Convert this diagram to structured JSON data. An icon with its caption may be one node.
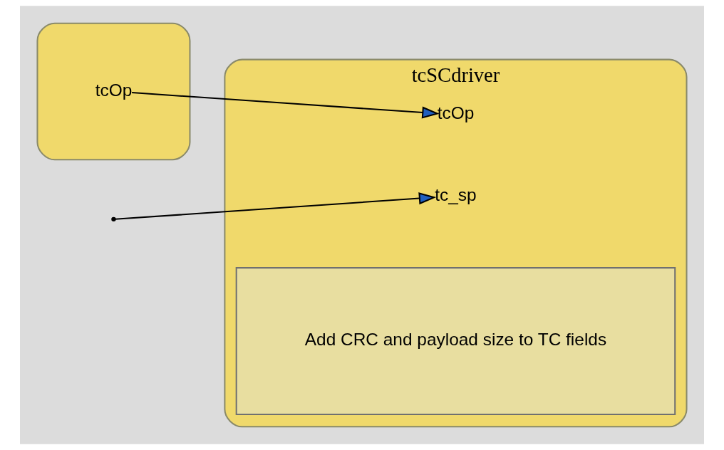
{
  "diagram": {
    "nodes": [
      {
        "text": [],
        "shape": "box"
      },
      {
        "text": [
          "tcOp"
        ],
        "in": 0
      },
      {
        "text": [
          "tcSCdriver"
        ]
      },
      {
        "text": [
          "tc_sp"
        ],
        "in": 2
      },
      {
        "text": [
          "tcOp"
        ],
        "in": 2
      },
      {
        "text": [
          "Add CRC and payload size to TC fields"
        ],
        "in": 2
      }
    ],
    "edges": [
      {
        "from": 1,
        "to": 4,
        "arrow": "to"
      },
      {
        "from": null,
        "to": 3,
        "arrow": "to"
      }
    ]
  }
}
